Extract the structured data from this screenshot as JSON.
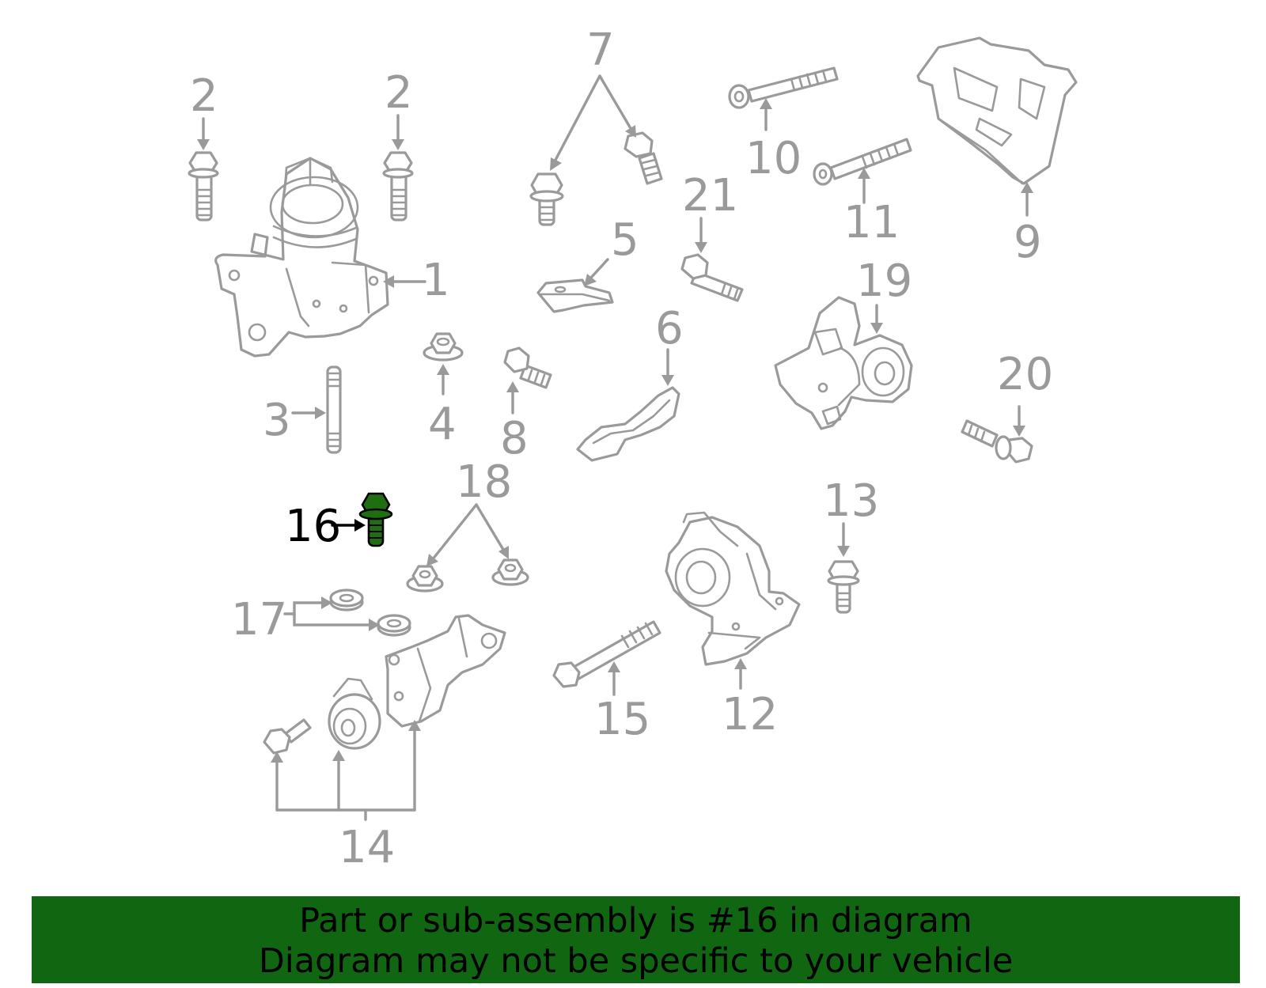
{
  "diagram": {
    "callouts": {
      "c1": "1",
      "c2a": "2",
      "c2b": "2",
      "c3": "3",
      "c4": "4",
      "c5": "5",
      "c6": "6",
      "c7": "7",
      "c8": "8",
      "c9": "9",
      "c10": "10",
      "c11": "11",
      "c12": "12",
      "c13": "13",
      "c14": "14",
      "c15": "15",
      "c16": "16",
      "c17": "17",
      "c18": "18",
      "c19": "19",
      "c20": "20",
      "c21": "21"
    },
    "highlighted_part": "16",
    "colors": {
      "line": "#9a9a9a",
      "highlight_fill": "#1f6e12",
      "highlight_text": "#000000"
    }
  },
  "banner": {
    "line1": "Part or sub-assembly is #16 in diagram",
    "line2": "Diagram may not be specific to your vehicle",
    "background": "#116611"
  }
}
